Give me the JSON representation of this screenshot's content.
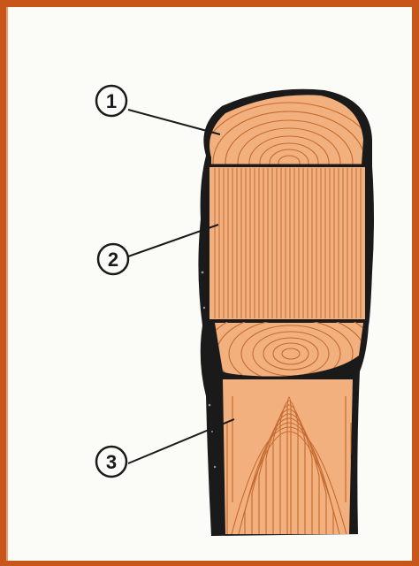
{
  "labels": [
    {
      "id": "callout-1",
      "text": "1"
    },
    {
      "id": "callout-2",
      "text": "2"
    },
    {
      "id": "callout-3",
      "text": "3"
    }
  ],
  "colors": {
    "background_border": "#c8561a",
    "paper": "#fbfbf8",
    "wood": "#f2b07e",
    "grain": "#c46a30",
    "bark": "#1a1a1a"
  }
}
